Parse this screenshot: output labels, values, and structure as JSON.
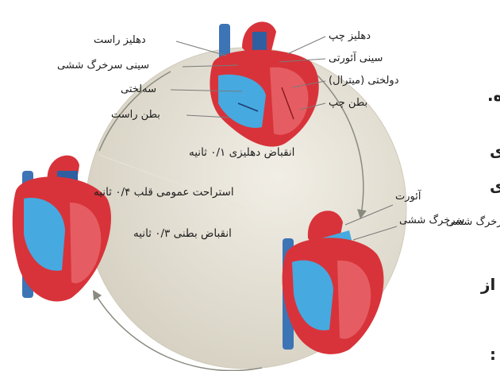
{
  "labels": {
    "right_atrium": "دهلیز راست",
    "pulmonary_valve": "سینی سرخرگ ششی",
    "tricuspid_valve": "سه‌لختی",
    "right_ventricle": "بطن راست",
    "left_atrium": "دهلیز چپ",
    "aortic_valve": "سینی آئورتی",
    "mitral_valve": "دولختی (میترال)",
    "left_ventricle": "بطن چپ",
    "aorta": "آئورت",
    "pulmonary_artery": "سرخرگ ششی"
  },
  "phases": {
    "atrial_contraction": "انقباض دهلیزی ۰/۱ ثانیه",
    "general_rest": "استراحت عمومی قلب ۰/۴ ثانیه",
    "ventricular_contraction": "انقباض بطنی ۰/۳ ثانیه"
  },
  "edge_text": {
    "line1": "ه.",
    "line2": "ی",
    "line3": "ی",
    "line4": "سرخرگ ششی",
    "line5": "از",
    "line6": ":"
  },
  "colors": {
    "disc": "#ddd9cc",
    "myocardium": "#d8333a",
    "oxygen_poor": "#46a9e0",
    "vein": "#3d74b5",
    "leader": "#7a7a7a",
    "arrow": "#8a8a80"
  }
}
